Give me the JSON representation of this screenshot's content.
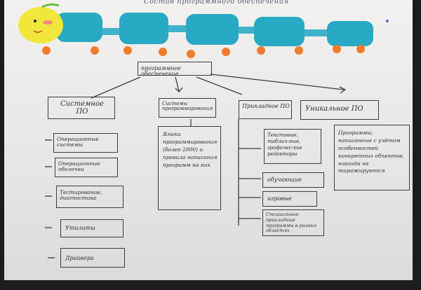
{
  "title": "Состав программного обеспечения",
  "root": "программное обеспечение",
  "categories": {
    "system": "Системное ПО",
    "programming": "Системы программирования",
    "applied": "Прикладное ПО",
    "unique": "Уникальное ПО"
  },
  "system_items": [
    "Операционные системы",
    "Операционные оболочки",
    "Тестирование, диагностика",
    "Утилиты",
    "Драйвера"
  ],
  "programming_text": "Языки программирования (более 2000) и правила написания программ на них",
  "applied_items": [
    "Текстовые, таблич-ные, графичес-кие редакторы",
    "обучающие",
    "игровые",
    "Специальные прикладные программы в разных областях"
  ],
  "unique_text": "Программы, написанные с учётом особенностей конкретных объектов, никогда не тиражируются",
  "colors": {
    "caterpillar_body": "#2bb0c8",
    "caterpillar_head": "#f2ea3e",
    "feet": "#f07a2a",
    "ink": "#2a2a3a"
  }
}
